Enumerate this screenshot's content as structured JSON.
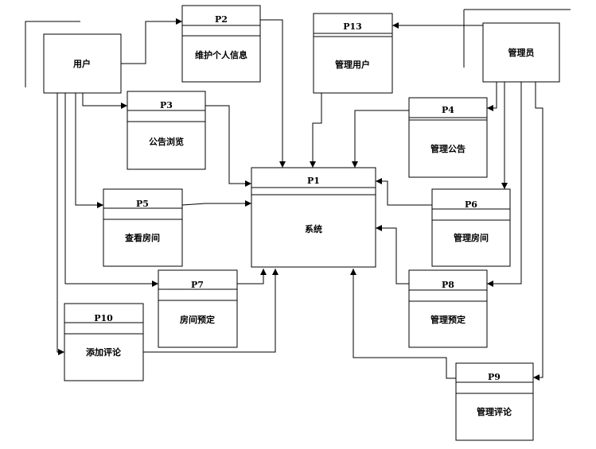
{
  "entities": {
    "user": {
      "label": "用户"
    },
    "admin": {
      "label": "管理员"
    }
  },
  "processes": {
    "p1": {
      "id": "P1",
      "label": "系统"
    },
    "p2": {
      "id": "P2",
      "label": "维护个人信息"
    },
    "p3": {
      "id": "P3",
      "label": "公告浏览"
    },
    "p4": {
      "id": "P4",
      "label": "管理公告"
    },
    "p5": {
      "id": "P5",
      "label": "查看房间"
    },
    "p6": {
      "id": "P6",
      "label": "管理房间"
    },
    "p7": {
      "id": "P7",
      "label": "房间预定"
    },
    "p8": {
      "id": "P8",
      "label": "管理预定"
    },
    "p9": {
      "id": "P9",
      "label": "管理评论"
    },
    "p10": {
      "id": "P10",
      "label": "添加评论"
    },
    "p13": {
      "id": "P13",
      "label": "管理用户"
    }
  }
}
